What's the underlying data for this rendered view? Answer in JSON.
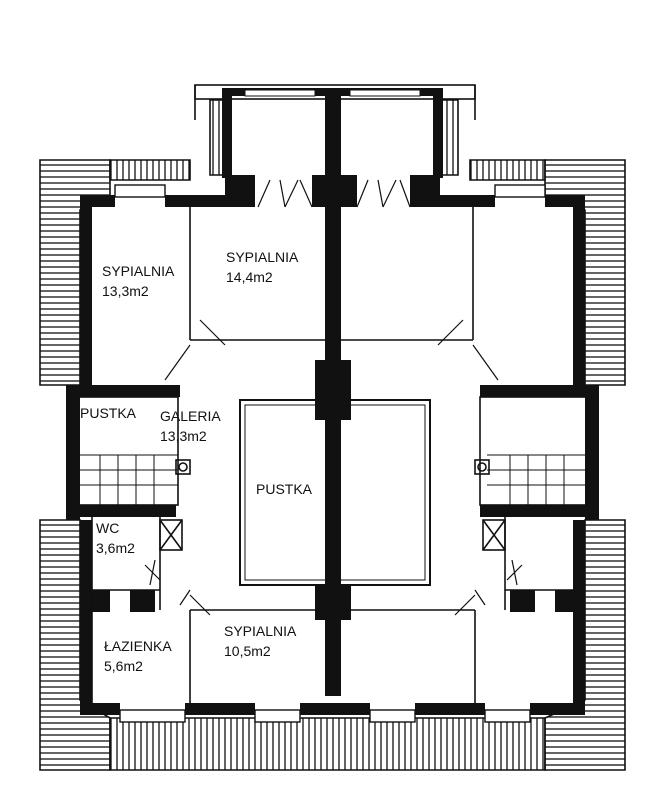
{
  "rooms": {
    "bedroom_left_top": {
      "name": "SYPIALNIA",
      "area": "13,3m2"
    },
    "bedroom_center_top": {
      "name": "SYPIALNIA",
      "area": "14,4m2"
    },
    "void_stairs": {
      "name": "PUSTKA"
    },
    "gallery": {
      "name": "GALERIA",
      "area": "13,3m2"
    },
    "void_center": {
      "name": "PUSTKA"
    },
    "wc": {
      "name": "WC",
      "area": "3,6m2"
    },
    "bathroom": {
      "name": "ŁAZIENKA",
      "area": "5,6m2"
    },
    "bedroom_center_bottom": {
      "name": "SYPIALNIA",
      "area": "10,5m2"
    }
  }
}
